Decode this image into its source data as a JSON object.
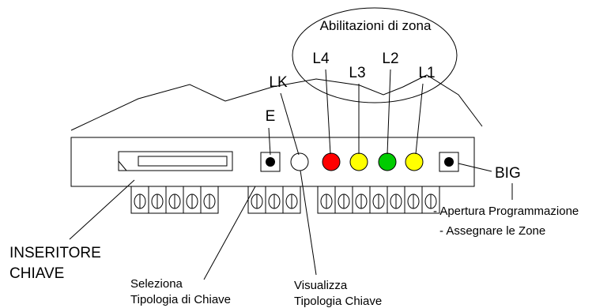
{
  "ellipse_label": "Abilitazioni di zona",
  "labels": {
    "lk": "LK",
    "e": "E",
    "l4": "L4",
    "l3": "L3",
    "l2": "L2",
    "l1": "L1",
    "big": "BIG",
    "inseritore_line1": "INSERITORE",
    "inseritore_line2": "CHIAVE",
    "seleziona_line1": "Seleziona",
    "seleziona_line2": "Tipologia di Chiave",
    "visualizza_line1": "Visualizza",
    "visualizza_line2": "Tipologia Chiave",
    "apertura": "- Apertura Programmazione",
    "assegnare": "- Assegnare le Zone"
  },
  "led_colors": {
    "lk": "#ffffff",
    "l4": "#ff0000",
    "l3": "#ffff00",
    "l2": "#00cc00",
    "l1": "#ffff00"
  },
  "terminal_groups": [
    5,
    3,
    7
  ]
}
